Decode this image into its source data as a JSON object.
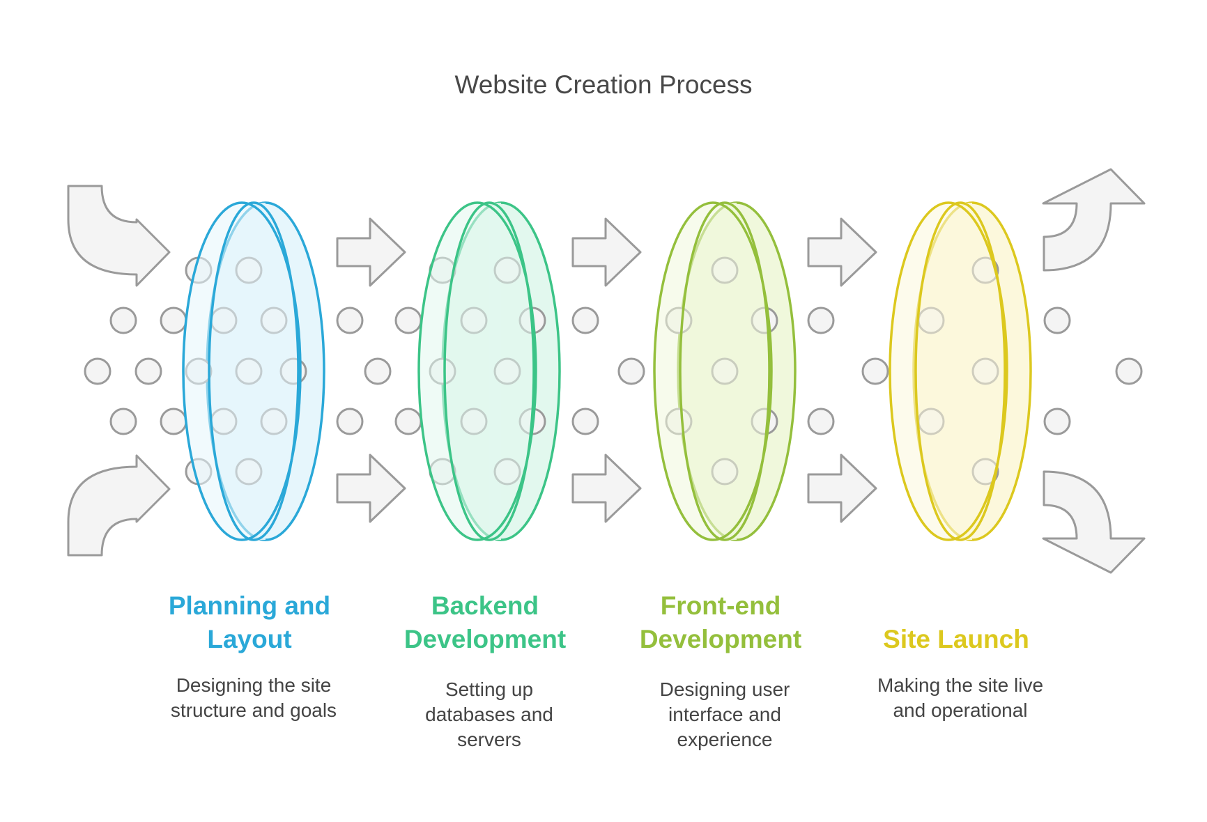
{
  "title": "Website Creation Process",
  "stages": [
    {
      "title_lines": [
        "Planning and",
        "Layout"
      ],
      "desc_lines": [
        "Designing the site",
        "structure and goals"
      ],
      "color": "#2aa8d8",
      "fill": "#e6f6fc"
    },
    {
      "title_lines": [
        "Backend",
        "Development"
      ],
      "desc_lines": [
        "Setting up",
        "databases and",
        "servers"
      ],
      "color": "#3cc487",
      "fill": "#e2f8ee"
    },
    {
      "title_lines": [
        "Front-end",
        "Development"
      ],
      "desc_lines": [
        "Designing user",
        "interface and",
        "experience"
      ],
      "color": "#94bf3c",
      "fill": "#f0f8dc"
    },
    {
      "title_lines": [
        "Site Launch"
      ],
      "desc_lines": [
        "Making the site live",
        "and operational"
      ],
      "color": "#dcc81e",
      "fill": "#fcf8dc"
    }
  ],
  "icons": {
    "flow_arrow": "right-arrow-icon",
    "entry_arrow": "curved-arrow-icon",
    "particle": "circle-dot-icon",
    "ring": "ring-icon"
  }
}
